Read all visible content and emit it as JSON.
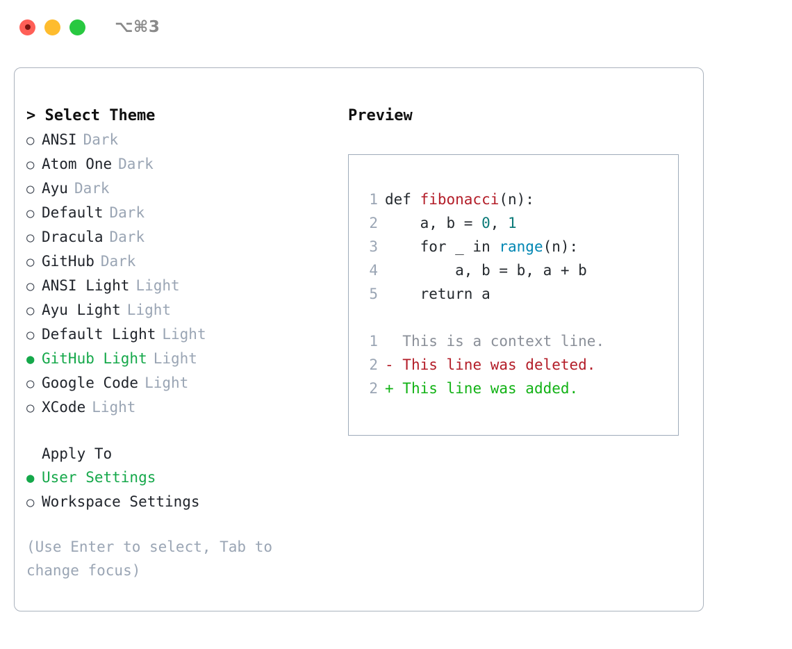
{
  "titlebar": {
    "shortcut": "⌥⌘3",
    "buttons": {
      "close": "close",
      "minimize": "minimize",
      "maximize": "maximize"
    }
  },
  "colors": {
    "accent_green": "#15a84a",
    "muted_gray": "#9aa5b4",
    "text": "#20242b",
    "border": "#aab2bd",
    "preview_border": "#9eabba",
    "diff_add": "#12b215",
    "diff_del": "#b31d28",
    "token_function": "#b31d28",
    "token_number": "#0b7a78",
    "token_call": "#0086b3",
    "traffic_close": "#ff5f57",
    "traffic_min": "#febc2e",
    "traffic_max": "#28c840"
  },
  "theme_panel": {
    "title": "> Select Theme",
    "items": [
      {
        "bullet": "○",
        "name": "ANSI",
        "tag": "Dark",
        "selected": false
      },
      {
        "bullet": "○",
        "name": "Atom One",
        "tag": "Dark",
        "selected": false
      },
      {
        "bullet": "○",
        "name": "Ayu",
        "tag": "Dark",
        "selected": false
      },
      {
        "bullet": "○",
        "name": "Default",
        "tag": "Dark",
        "selected": false
      },
      {
        "bullet": "○",
        "name": "Dracula",
        "tag": "Dark",
        "selected": false
      },
      {
        "bullet": "○",
        "name": "GitHub",
        "tag": "Dark",
        "selected": false
      },
      {
        "bullet": "○",
        "name": "ANSI Light",
        "tag": "Light",
        "selected": false
      },
      {
        "bullet": "○",
        "name": "Ayu Light",
        "tag": "Light",
        "selected": false
      },
      {
        "bullet": "○",
        "name": "Default Light",
        "tag": "Light",
        "selected": false
      },
      {
        "bullet": "●",
        "name": "GitHub Light",
        "tag": "Light",
        "selected": true
      },
      {
        "bullet": "○",
        "name": "Google Code",
        "tag": "Light",
        "selected": false
      },
      {
        "bullet": "○",
        "name": "XCode",
        "tag": "Light",
        "selected": false
      }
    ]
  },
  "apply_to": {
    "header": "Apply To",
    "items": [
      {
        "bullet": "●",
        "name": "User Settings",
        "selected": true
      },
      {
        "bullet": "○",
        "name": "Workspace Settings",
        "selected": false
      }
    ]
  },
  "hint": "(Use Enter to select, Tab to change focus)",
  "preview": {
    "title": "Preview",
    "code_lines": [
      {
        "num": "1",
        "tokens": [
          {
            "text": "def ",
            "style": "plain"
          },
          {
            "text": "fibonacci",
            "style": "fn"
          },
          {
            "text": "(n):",
            "style": "plain"
          }
        ]
      },
      {
        "num": "2",
        "tokens": [
          {
            "text": "    a, b = ",
            "style": "plain"
          },
          {
            "text": "0",
            "style": "num"
          },
          {
            "text": ", ",
            "style": "plain"
          },
          {
            "text": "1",
            "style": "num"
          }
        ]
      },
      {
        "num": "3",
        "tokens": [
          {
            "text": "    for _ in ",
            "style": "plain"
          },
          {
            "text": "range",
            "style": "call"
          },
          {
            "text": "(n):",
            "style": "plain"
          }
        ]
      },
      {
        "num": "4",
        "tokens": [
          {
            "text": "        a, b = b, a + b",
            "style": "plain"
          }
        ]
      },
      {
        "num": "5",
        "tokens": [
          {
            "text": "    return a",
            "style": "plain"
          }
        ]
      }
    ],
    "diff_lines": [
      {
        "num": "1",
        "marker": "  ",
        "text": "This is a context line.",
        "kind": "ctx"
      },
      {
        "num": "2",
        "marker": "- ",
        "text": "This line was deleted.",
        "kind": "del"
      },
      {
        "num": "2",
        "marker": "+ ",
        "text": "This line was added.",
        "kind": "add"
      }
    ]
  }
}
